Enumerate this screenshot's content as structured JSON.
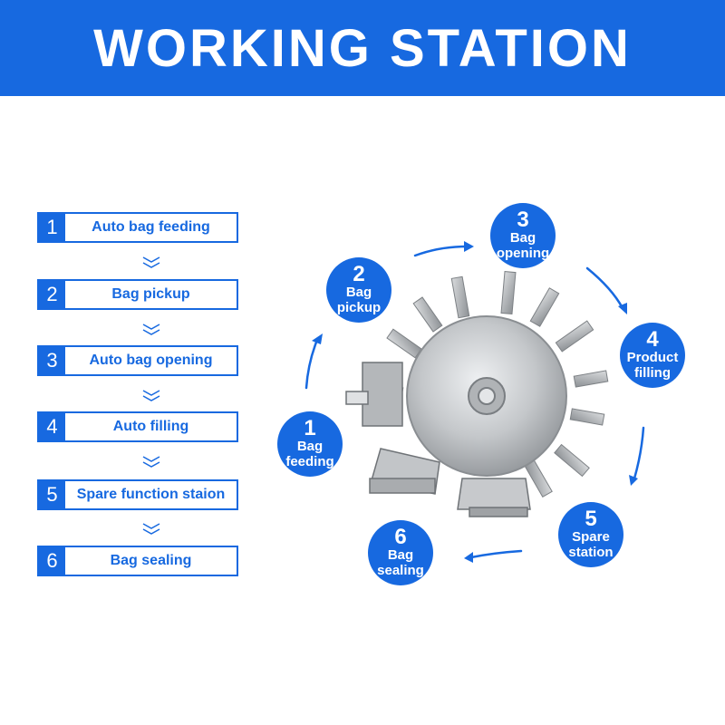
{
  "header": {
    "title": "WORKING STATION"
  },
  "steps": [
    {
      "num": "1",
      "label": "Auto bag feeding"
    },
    {
      "num": "2",
      "label": "Bag pickup"
    },
    {
      "num": "3",
      "label": "Auto bag opening"
    },
    {
      "num": "4",
      "label": "Auto filling"
    },
    {
      "num": "5",
      "label": "Spare function staion"
    },
    {
      "num": "6",
      "label": "Bag sealing"
    }
  ],
  "stations": [
    {
      "num": "1",
      "line1": "Bag",
      "line2": "feeding"
    },
    {
      "num": "2",
      "line1": "Bag",
      "line2": "pickup"
    },
    {
      "num": "3",
      "line1": "Bag",
      "line2": "opening"
    },
    {
      "num": "4",
      "line1": "Product",
      "line2": "filling"
    },
    {
      "num": "5",
      "line1": "Spare",
      "line2": "station"
    },
    {
      "num": "6",
      "line1": "Bag",
      "line2": "sealing"
    }
  ],
  "colors": {
    "accent": "#1769e0",
    "steel": "#b9bcbf"
  }
}
